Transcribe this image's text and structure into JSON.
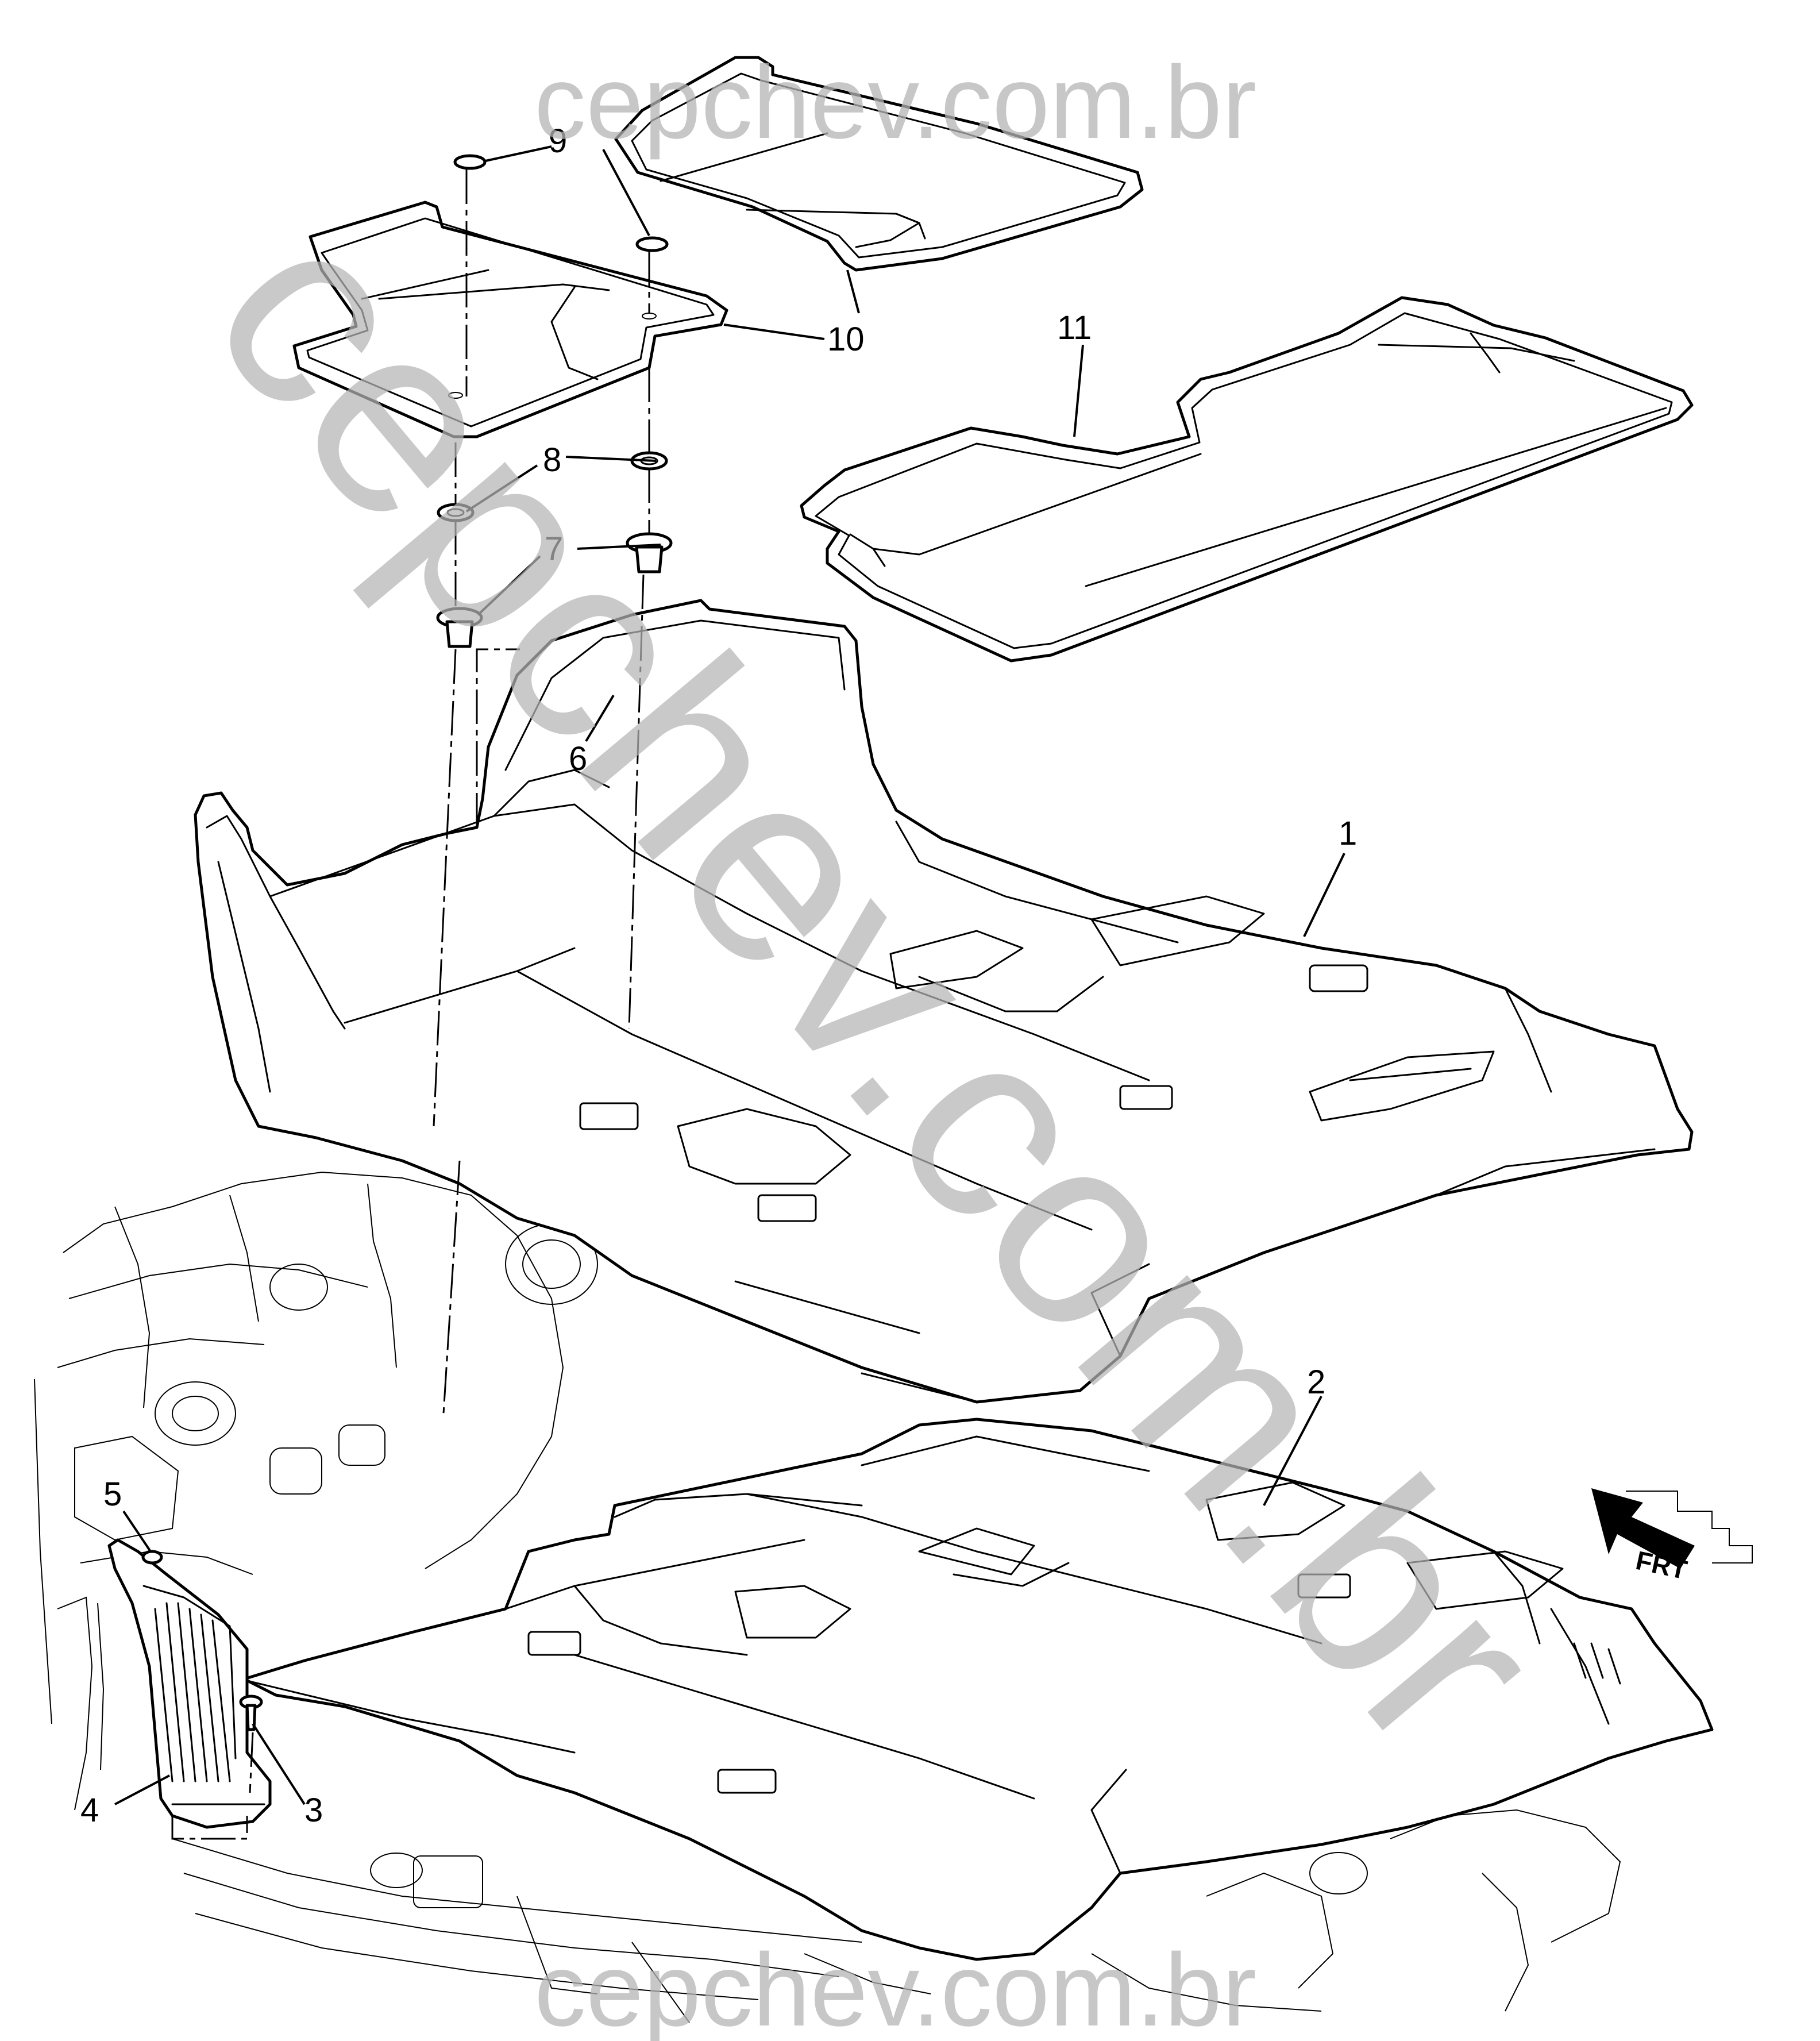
{
  "watermark": {
    "top_text": "cepchev.com.br",
    "bottom_text": "cepchev.com.br",
    "diagonal_text": "cepchev.com.br"
  },
  "direction_marker": {
    "label": "FRT",
    "icon": "front-direction-arrow-icon"
  },
  "callouts": [
    {
      "id": "1",
      "label": "1"
    },
    {
      "id": "2",
      "label": "2"
    },
    {
      "id": "3",
      "label": "3"
    },
    {
      "id": "4",
      "label": "4"
    },
    {
      "id": "5",
      "label": "5"
    },
    {
      "id": "6",
      "label": "6"
    },
    {
      "id": "7",
      "label": "7"
    },
    {
      "id": "8",
      "label": "8"
    },
    {
      "id": "9",
      "label": "9"
    },
    {
      "id": "10",
      "label": "10"
    },
    {
      "id": "11",
      "label": "11"
    }
  ],
  "colors": {
    "line": "#000000",
    "watermark": "#b5b5b5",
    "background": "#ffffff"
  }
}
